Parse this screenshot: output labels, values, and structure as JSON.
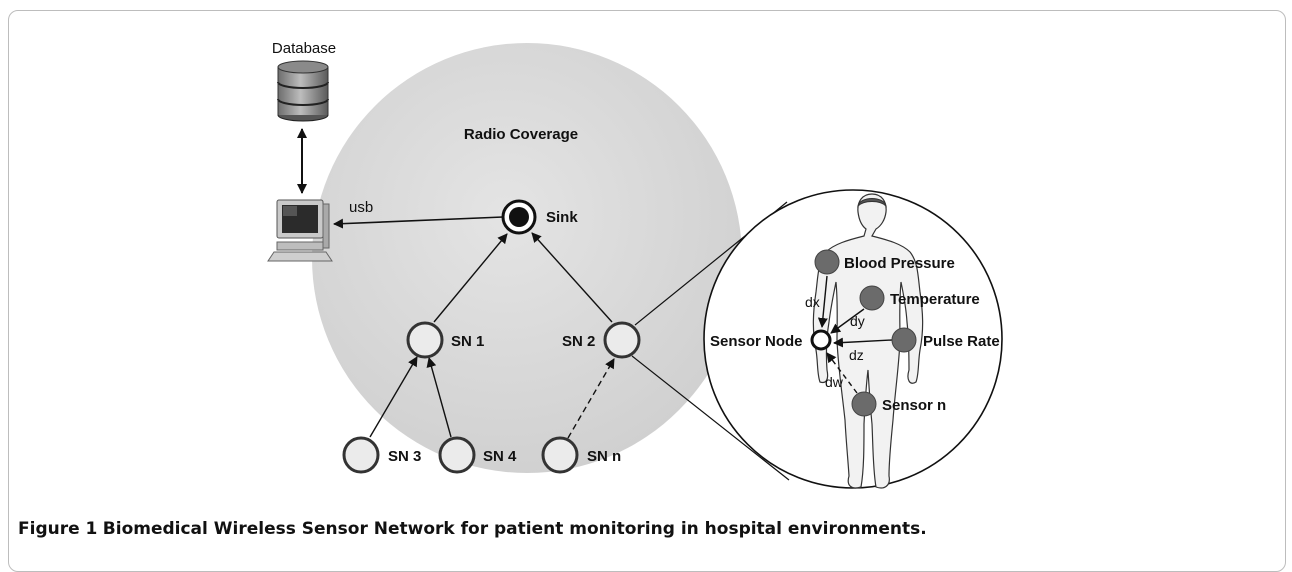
{
  "diagram": {
    "database_label": "Database",
    "usb_label": "usb",
    "coverage_label": "Radio Coverage",
    "sink_label": "Sink",
    "nodes": {
      "sn1": "SN 1",
      "sn2": "SN 2",
      "sn3": "SN 3",
      "sn4": "SN 4",
      "snn": "SN n"
    },
    "body": {
      "sensor_node": "Sensor Node",
      "blood_pressure": "Blood Pressure",
      "temperature": "Temperature",
      "pulse_rate": "Pulse Rate",
      "sensor_n": "Sensor n",
      "dx": "dx",
      "dy": "dy",
      "dz": "dz",
      "dw": "dw"
    }
  },
  "caption": {
    "figure": "Figure 1",
    "text": "Biomedical Wireless Sensor Network for patient monitoring in hospital environments."
  },
  "colors": {
    "coverage": "#d8d8d8",
    "node_fill": "#e6e6e6",
    "sensor_fill": "#6b6b6b",
    "body_fill": "#f2f2f2"
  }
}
